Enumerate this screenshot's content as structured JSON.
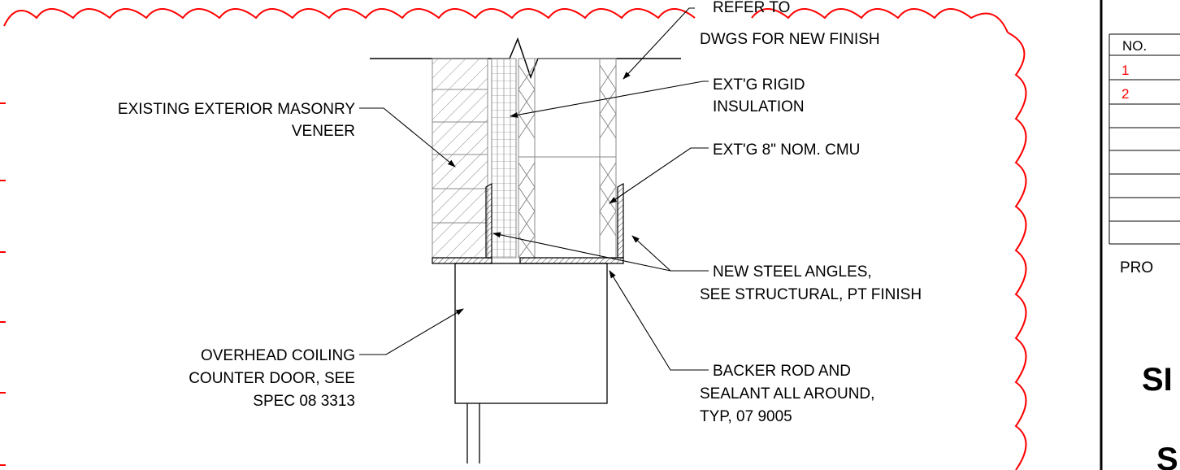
{
  "labels": {
    "refer_line1": "REFER TO",
    "refer_line2": "DWGS FOR NEW FINISH",
    "insulation_line1": "EXT'G RIGID",
    "insulation_line2": "INSULATION",
    "cmu": "EXT'G 8\" NOM. CMU",
    "masonry_line1": "EXISTING EXTERIOR MASONRY",
    "masonry_line2": "VENEER",
    "steel_line1": "NEW STEEL ANGLES,",
    "steel_line2": "SEE STRUCTURAL, PT FINISH",
    "door_line1": "OVERHEAD COILING",
    "door_line2": "COUNTER DOOR, SEE",
    "door_line3": "SPEC 08 3313",
    "backer_line1": "BACKER ROD AND",
    "backer_line2": "SEALANT ALL AROUND,",
    "backer_line3": "TYP, 07 9005"
  },
  "title_block": {
    "no_header": "NO.",
    "revisions": [
      "1",
      "2"
    ],
    "pro_text": "PRO",
    "big_text_1": "SI",
    "big_text_2": "S"
  },
  "colors": {
    "revision_cloud": "#ff0000",
    "revision_number": "#ff0000",
    "linework": "#000000",
    "hatch": "#888888"
  }
}
